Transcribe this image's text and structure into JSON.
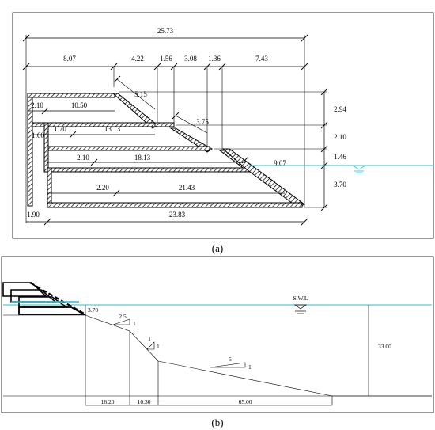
{
  "panel_a": {
    "caption": "(a)",
    "overall_width": "25.73",
    "top_segments": [
      "8.07",
      "4.22",
      "1.56",
      "3.08",
      "1.36",
      "7.43"
    ],
    "tiers": [
      {
        "offset": "2.10",
        "length": "10.50",
        "slope": "5.15"
      },
      {
        "offset": "1.70",
        "length": "13.13",
        "slope": "3.75"
      },
      {
        "offset": "2.10",
        "length": "18.13",
        "slope": "9.07"
      },
      {
        "offset": "2.20",
        "length": "21.43"
      }
    ],
    "left_height": "1.60",
    "bottom_offset": "1.90",
    "bottom_length": "23.83",
    "right_heights": [
      "2.94",
      "2.10",
      "1.46",
      "3.70"
    ]
  },
  "panel_b": {
    "caption": "(b)",
    "water_label": "S.W.L",
    "depth": "33.00",
    "structure_height": "3.70",
    "slopes": [
      {
        "run": "2.5",
        "rise": "1"
      },
      {
        "run": "1",
        "rise": "1"
      },
      {
        "run": "5",
        "rise": "1"
      }
    ],
    "bottom_segments": [
      "16.20",
      "10.30",
      "65.00"
    ]
  },
  "colors": {
    "water_line": "#19c3d9",
    "ink": "#000000",
    "frame": "#000000"
  }
}
